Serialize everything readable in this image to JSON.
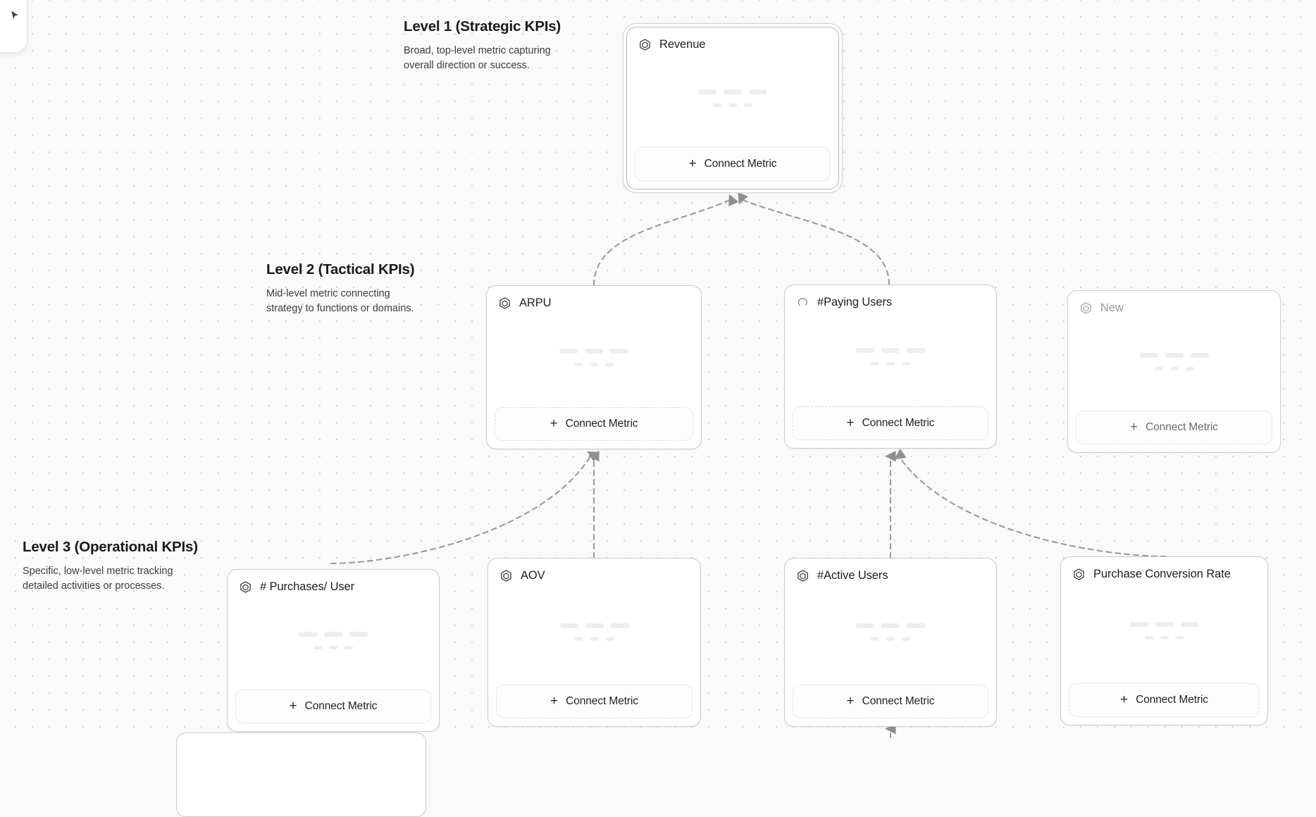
{
  "app": {
    "canvas_name": "kpi-tree-canvas",
    "background_color": "#fafafa",
    "grid_dot_color": "#d0d0d0",
    "accent_color": "#1f1f1f",
    "edge_color": "#9a9a9a"
  },
  "toolbar": {
    "icon": "cursor-icon"
  },
  "levels": [
    {
      "id": "level-1",
      "title": "Level 1 (Strategic KPIs)",
      "desc_line1": "Broad, top-level metric capturing",
      "desc_line2": "overall direction or success."
    },
    {
      "id": "level-2",
      "title": "Level 2 (Tactical KPIs)",
      "desc_line1": "Mid-level metric connecting",
      "desc_line2": "strategy to functions or domains."
    },
    {
      "id": "level-3",
      "title": "Level 3 (Operational KPIs)",
      "desc_line1": "Specific, low-level metric tracking",
      "desc_line2": "detailed activities or processes."
    }
  ],
  "connect_button": {
    "plus": "+",
    "label": "Connect Metric"
  },
  "cards": [
    {
      "id": "card-revenue",
      "title": "Revenue",
      "icon": "hexagon-metric-icon",
      "state": "selected",
      "level": 1
    },
    {
      "id": "card-arpu",
      "title": "ARPU",
      "icon": "hexagon-metric-icon",
      "state": "default",
      "level": 2
    },
    {
      "id": "card-paying-users",
      "title": "#Paying Users",
      "icon": "spinner-loading-icon",
      "state": "loading",
      "level": 2
    },
    {
      "id": "card-new",
      "title": "New",
      "icon": "hexagon-metric-icon",
      "state": "placeholder",
      "level": 2
    },
    {
      "id": "card-purchases-per-user",
      "title": "# Purchases/ User",
      "icon": "hexagon-metric-icon",
      "state": "default",
      "level": 3
    },
    {
      "id": "card-aov",
      "title": "AOV",
      "icon": "hexagon-metric-icon",
      "state": "default",
      "level": 3
    },
    {
      "id": "card-active-users",
      "title": "#Active Users",
      "icon": "hexagon-metric-icon",
      "state": "default",
      "level": 3
    },
    {
      "id": "card-purchase-conversion-rate",
      "title": "Purchase Conversion Rate",
      "icon": "hexagon-metric-icon",
      "state": "default",
      "level": 3
    }
  ]
}
